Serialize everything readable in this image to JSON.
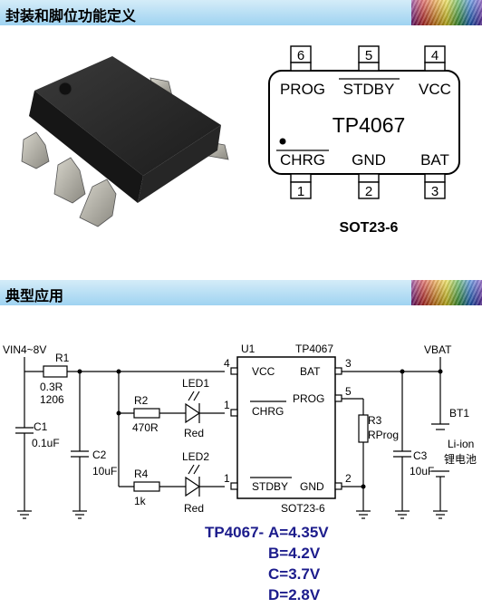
{
  "section1": {
    "title": "封装和脚位功能定义"
  },
  "section2": {
    "title": "典型应用"
  },
  "pinout": {
    "chip_name": "TP4067",
    "package": "SOT23-6",
    "top_pins": [
      {
        "num": "6",
        "label": "PROG"
      },
      {
        "num": "5",
        "label": "STDBY"
      },
      {
        "num": "4",
        "label": "VCC"
      }
    ],
    "bottom_pins": [
      {
        "num": "1",
        "label": "CHRG"
      },
      {
        "num": "2",
        "label": "GND"
      },
      {
        "num": "3",
        "label": "BAT"
      }
    ]
  },
  "schematic": {
    "vin": "VIN4~8V",
    "r1": {
      "name": "R1",
      "value": "0.3R",
      "size": "1206"
    },
    "c1": {
      "name": "C1",
      "value": "0.1uF"
    },
    "c2": {
      "name": "C2",
      "value": "10uF"
    },
    "r2": {
      "name": "R2",
      "value": "470R"
    },
    "r4": {
      "name": "R4",
      "value": "1k"
    },
    "led1": {
      "name": "LED1",
      "color": "Red"
    },
    "led2": {
      "name": "LED2",
      "color": "Red"
    },
    "u1": {
      "ref": "U1",
      "part": "TP4067",
      "package": "SOT23-6",
      "pins": {
        "vcc": "VCC",
        "chrg": "CHRG",
        "stdby": "STDBY",
        "bat": "BAT",
        "prog": "PROG",
        "gnd": "GND"
      },
      "pin_nums": {
        "vcc": "4",
        "chrg": "1",
        "stdby": "1",
        "bat": "3",
        "prog": "5",
        "gnd": "2"
      }
    },
    "vbat": "VBAT",
    "r3": {
      "name": "R3",
      "value": "RProg"
    },
    "c3": {
      "name": "C3",
      "value": "10uF"
    },
    "bt1": {
      "name": "BT1",
      "type": "Li-ion",
      "desc": "锂电池"
    }
  },
  "versions": {
    "prefix": "TP4067-",
    "items": [
      "A=4.35V",
      "B=4.2V",
      "C=3.7V",
      "D=2.8V"
    ]
  }
}
